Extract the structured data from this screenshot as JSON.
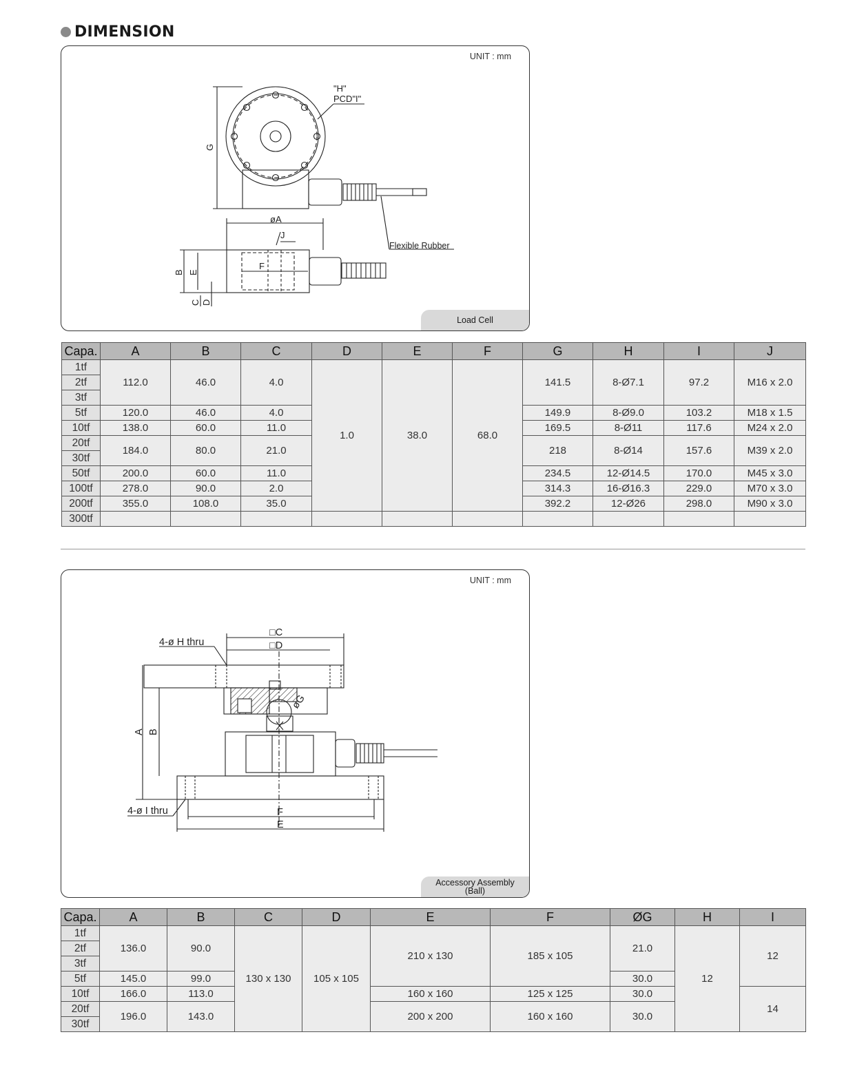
{
  "section_title": "DIMENSION",
  "panel1": {
    "unit": "UNIT : mm",
    "tag": "Load Cell",
    "labels": {
      "h": "\"H\"",
      "pcd": "PCD\"I\"",
      "g": "G",
      "a": "øA",
      "j": "J",
      "f": "F",
      "b": "B",
      "e": "E",
      "c": "C",
      "d": "D",
      "rubber": "Flexible Rubber"
    }
  },
  "table1": {
    "headers": [
      "Capa.",
      "A",
      "B",
      "C",
      "D",
      "E",
      "F",
      "G",
      "H",
      "I",
      "J"
    ],
    "capacities": [
      "1tf",
      "2tf",
      "3tf",
      "5tf",
      "10tf",
      "20tf",
      "30tf",
      "50tf",
      "100tf",
      "200tf",
      "300tf"
    ],
    "groups": [
      {
        "A": "112.0",
        "B": "46.0",
        "C": "4.0",
        "G": "141.5",
        "H": "8-Ø7.1",
        "I": "97.2",
        "J": "M16 x 2.0"
      },
      {
        "A": "120.0",
        "B": "46.0",
        "C": "4.0",
        "G": "149.9",
        "H": "8-Ø9.0",
        "I": "103.2",
        "J": "M18 x 1.5"
      },
      {
        "A": "138.0",
        "B": "60.0",
        "C": "11.0",
        "G": "169.5",
        "H": "8-Ø11",
        "I": "117.6",
        "J": "M24 x 2.0"
      },
      {
        "A": "184.0",
        "B": "80.0",
        "C": "21.0",
        "G": "218",
        "H": "8-Ø14",
        "I": "157.6",
        "J": "M39 x 2.0"
      },
      {
        "A": "200.0",
        "B": "60.0",
        "C": "11.0",
        "G": "234.5",
        "H": "12-Ø14.5",
        "I": "170.0",
        "J": "M45 x 3.0"
      },
      {
        "A": "278.0",
        "B": "90.0",
        "C": "2.0",
        "G": "314.3",
        "H": "16-Ø16.3",
        "I": "229.0",
        "J": "M70 x 3.0"
      },
      {
        "A": "355.0",
        "B": "108.0",
        "C": "35.0",
        "G": "392.2",
        "H": "12-Ø26",
        "I": "298.0",
        "J": "M90 x 3.0"
      }
    ],
    "shared": {
      "D": "1.0",
      "E": "38.0",
      "F": "68.0"
    }
  },
  "panel2": {
    "unit": "UNIT : mm",
    "tag_line1": "Accessory Assembly",
    "tag_line2": "(Ball)",
    "labels": {
      "hthru": "4-ø H thru",
      "c": "□C",
      "d": "□D",
      "g": "øG",
      "a": "A",
      "b": "B",
      "ithru": "4-ø I thru",
      "f": "F",
      "e": "E"
    }
  },
  "table2": {
    "headers": [
      "Capa.",
      "A",
      "B",
      "C",
      "D",
      "E",
      "F",
      "ØG",
      "H",
      "I"
    ],
    "capacities": [
      "1tf",
      "2tf",
      "3tf",
      "5tf",
      "10tf",
      "20tf",
      "30tf"
    ],
    "a": [
      "136.0",
      "145.0",
      "166.0",
      "196.0"
    ],
    "b": [
      "90.0",
      "99.0",
      "113.0",
      "143.0"
    ],
    "c": "130 x 130",
    "d": "105 x 105",
    "e": [
      "210 x 130",
      "160 x 160",
      "200 x 200"
    ],
    "f": [
      "185 x 105",
      "125 x 125",
      "160 x 160"
    ],
    "g": [
      "21.0",
      "30.0",
      "30.0",
      "30.0"
    ],
    "h": "12",
    "i": [
      "12",
      "14"
    ]
  }
}
